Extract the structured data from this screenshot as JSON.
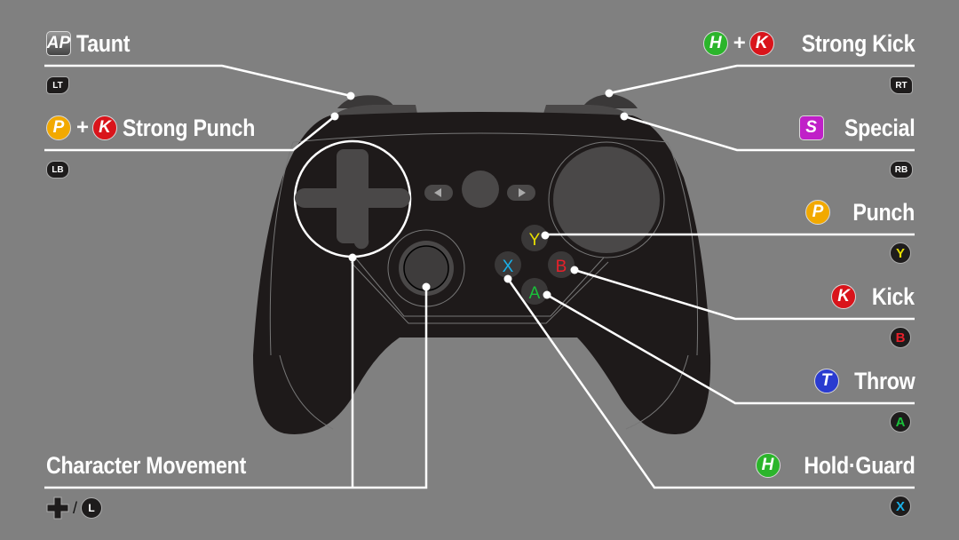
{
  "colors": {
    "background": "#808080",
    "punch": "#f2a900",
    "kick": "#d9141b",
    "hold": "#2bb52b",
    "throw": "#2a3bd0",
    "special": "#c020c8",
    "auto": "#5a5a5a",
    "y": "#e8e000",
    "b": "#e8202a",
    "a": "#19c03a",
    "x": "#1ab0e8"
  },
  "left": [
    {
      "label": "Taunt",
      "badges": [
        "AP"
      ],
      "input": "LT"
    },
    {
      "label": "Strong Punch",
      "badges": [
        "P",
        "K"
      ],
      "plus": "+",
      "input": "LB"
    },
    {
      "label": "Character Movement",
      "input_sep": "/",
      "input": "L"
    }
  ],
  "right": [
    {
      "label": "Strong Kick",
      "badges": [
        "H",
        "K"
      ],
      "plus": "+",
      "input": "RT"
    },
    {
      "label": "Special",
      "badges": [
        "S"
      ],
      "input": "RB"
    },
    {
      "label": "Punch",
      "badges": [
        "P"
      ],
      "input": "Y"
    },
    {
      "label": "Kick",
      "badges": [
        "K"
      ],
      "input": "B"
    },
    {
      "label": "Throw",
      "badges": [
        "T"
      ],
      "input": "A"
    },
    {
      "label": "Hold·Guard",
      "badges": [
        "H"
      ],
      "input": "X"
    }
  ],
  "controller": {
    "face_buttons": [
      "Y",
      "B",
      "A",
      "X"
    ]
  }
}
